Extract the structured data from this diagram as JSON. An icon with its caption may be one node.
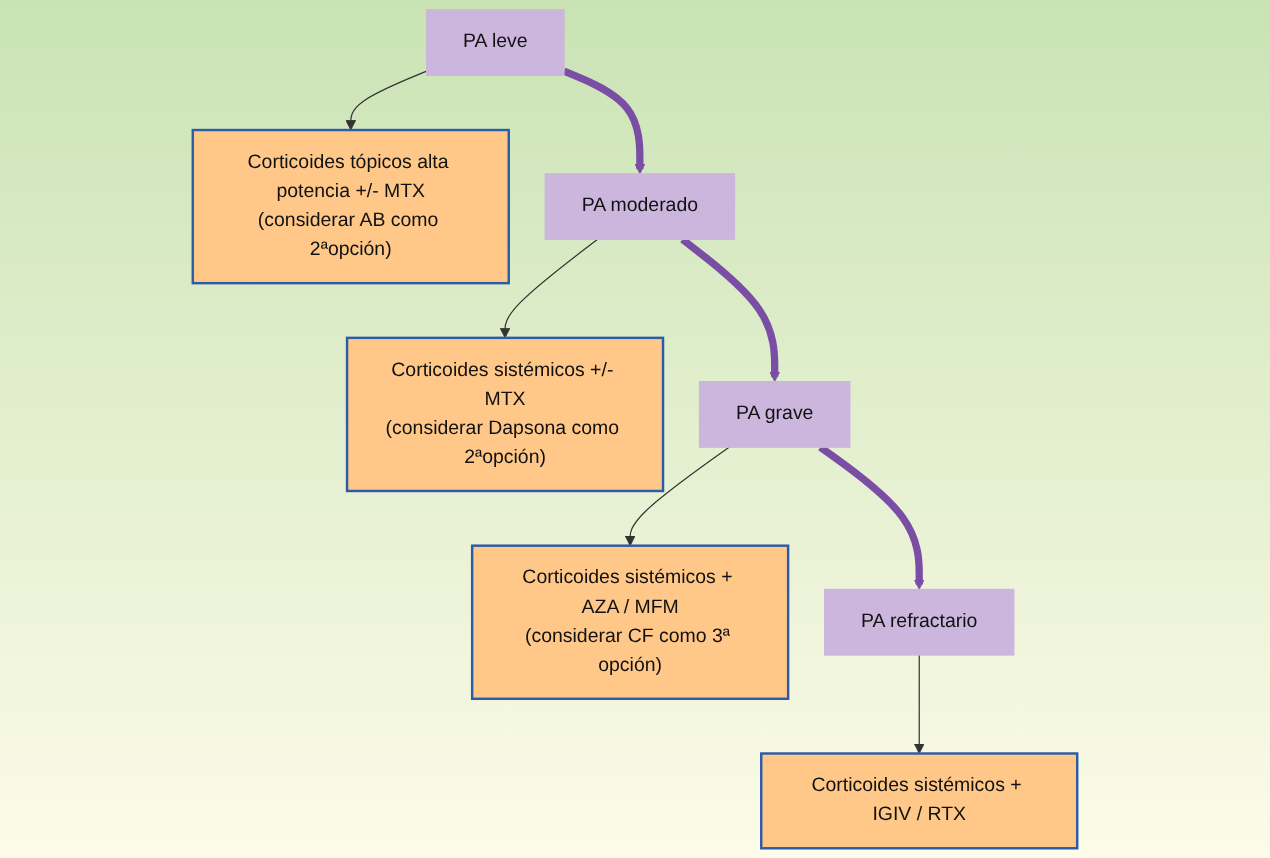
{
  "diagram": {
    "nodes": [
      {
        "text": [
          "PA leve"
        ]
      },
      {
        "text": [
          "Corticoides tópicos alta potencia +/- MTX",
          "(considerar AB como 2ªopción)"
        ]
      },
      {
        "text": [
          "PA moderado"
        ]
      },
      {
        "text": [
          "Corticoides sistémicos +/- MTX",
          "(considerar Dapsona como 2ªopción)"
        ]
      },
      {
        "text": [
          "PA grave"
        ]
      },
      {
        "text": [
          "Corticoides sistémicos + AZA / MFM",
          "(considerar CF como 3ª opción)"
        ]
      },
      {
        "text": [
          "PA refractario"
        ]
      },
      {
        "text": [
          "Corticoides sistémicos + IGIV / RTX"
        ]
      }
    ],
    "edges": [
      {
        "from": 0,
        "to": 1,
        "arrow": "to"
      },
      {
        "from": 0,
        "to": 2,
        "arrow": "to",
        "style": "thick",
        "color": "#7b4ea6"
      },
      {
        "from": 2,
        "to": 3,
        "arrow": "to"
      },
      {
        "from": 2,
        "to": 4,
        "arrow": "to",
        "style": "thick",
        "color": "#7b4ea6"
      },
      {
        "from": 4,
        "to": 5,
        "arrow": "to"
      },
      {
        "from": 4,
        "to": 6,
        "arrow": "to",
        "style": "thick",
        "color": "#7b4ea6"
      },
      {
        "from": 6,
        "to": 7,
        "arrow": "to"
      }
    ]
  }
}
